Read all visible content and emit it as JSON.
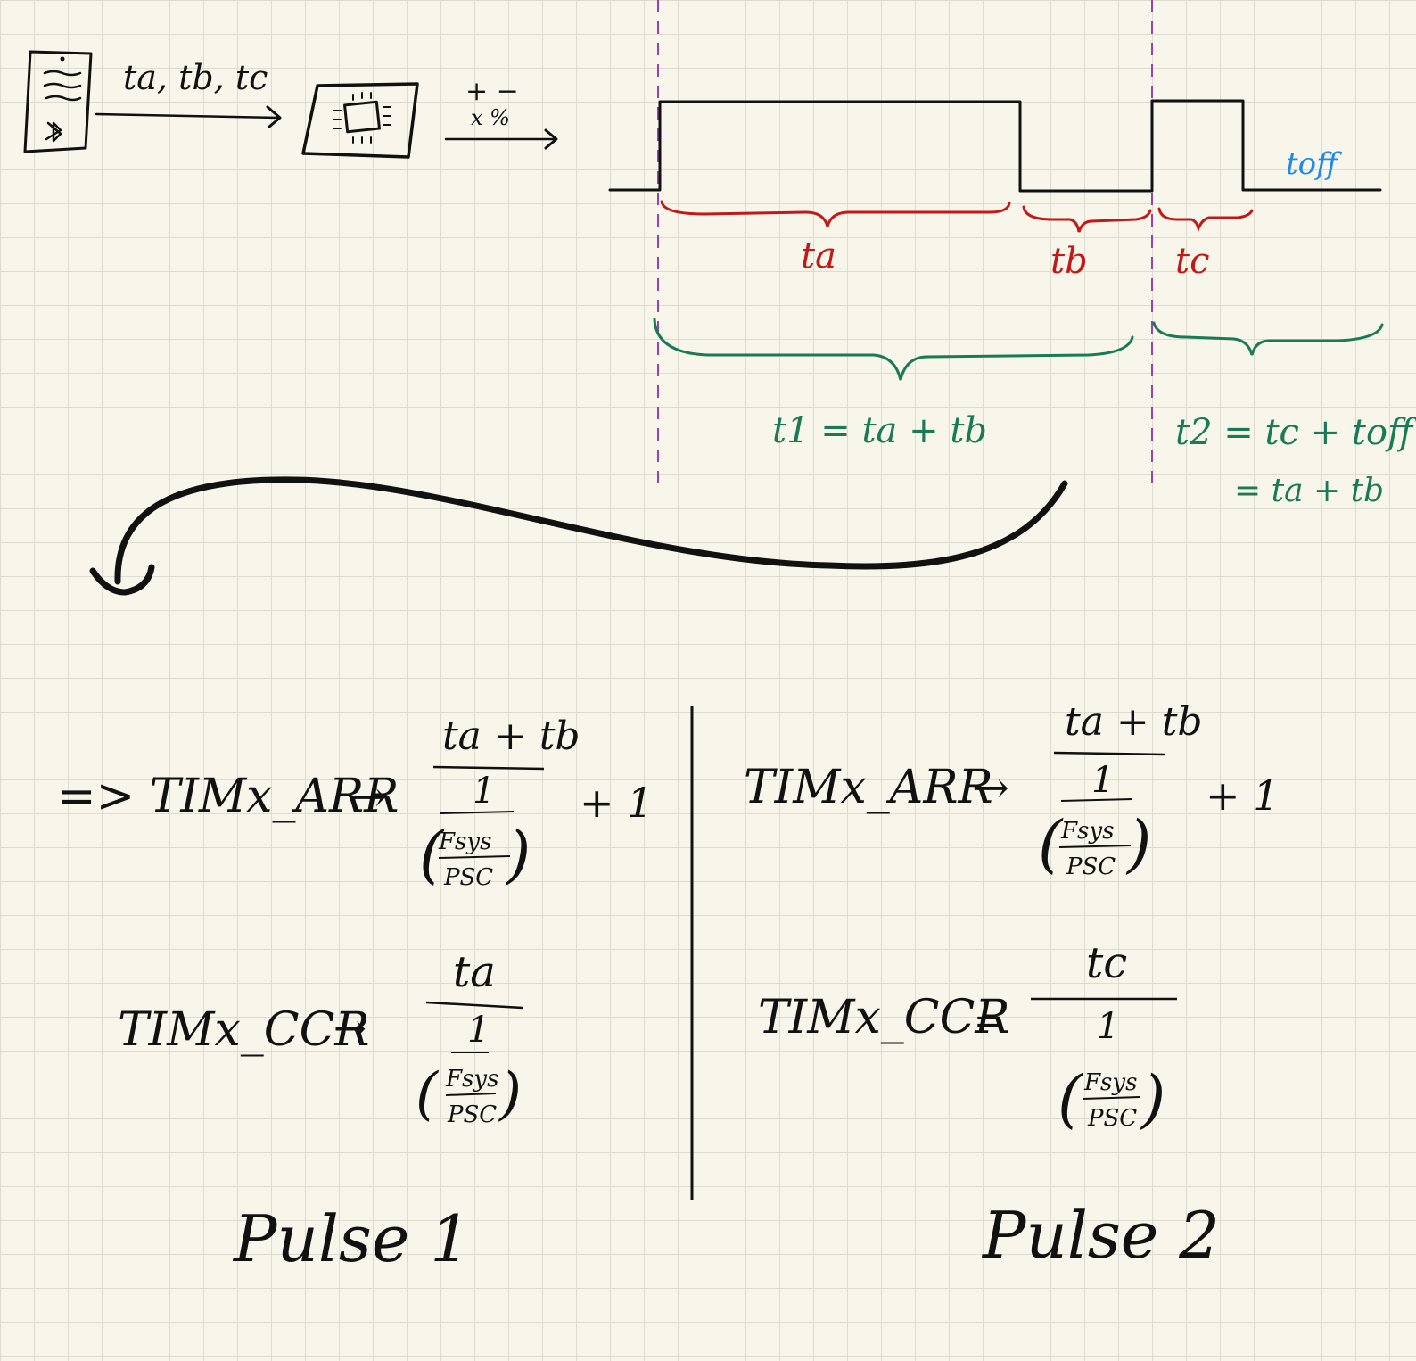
{
  "flow": {
    "input_label": "ta, tb, tc",
    "modifier_top": "+ −",
    "modifier_bottom": "x %"
  },
  "waveform": {
    "ta": "ta",
    "tb": "tb",
    "tc": "tc",
    "toff": "toff",
    "t1": "t1 = ta + tb",
    "t2_line1": "t2 = tc + toff",
    "t2_line2": "= ta + tb"
  },
  "pulse1": {
    "arr_lhs": "=> TIMx_ARR",
    "arr_arrow": "→",
    "arr_num": "ta + tb",
    "one": "1",
    "fsys": "Fsys",
    "psc": "PSC",
    "plus_one": "+ 1",
    "ccr_lhs": "TIMx_CCR",
    "ccr_arrow": "→",
    "ccr_num": "ta",
    "ccr_one": "1",
    "ccr_fsys": "Fsys",
    "ccr_psc": "PSC",
    "caption": "Pulse 1"
  },
  "pulse2": {
    "arr_lhs": "TIMx_ARR",
    "arr_arrow": "→",
    "arr_num": "ta + tb",
    "one": "1",
    "fsys": "Fsys",
    "psc": "PSC",
    "plus_one": "+ 1",
    "ccr_lhs": "TIMx_CCR",
    "ccr_eq": "=",
    "ccr_num": "tc",
    "ccr_one": "1",
    "ccr_fsys": "Fsys",
    "ccr_psc": "PSC",
    "caption": "Pulse 2"
  },
  "colors": {
    "ink": "#111111",
    "red": "#c41818",
    "green": "#1a7a55",
    "blue": "#1f8be8",
    "purple": "#9a3fb5"
  }
}
